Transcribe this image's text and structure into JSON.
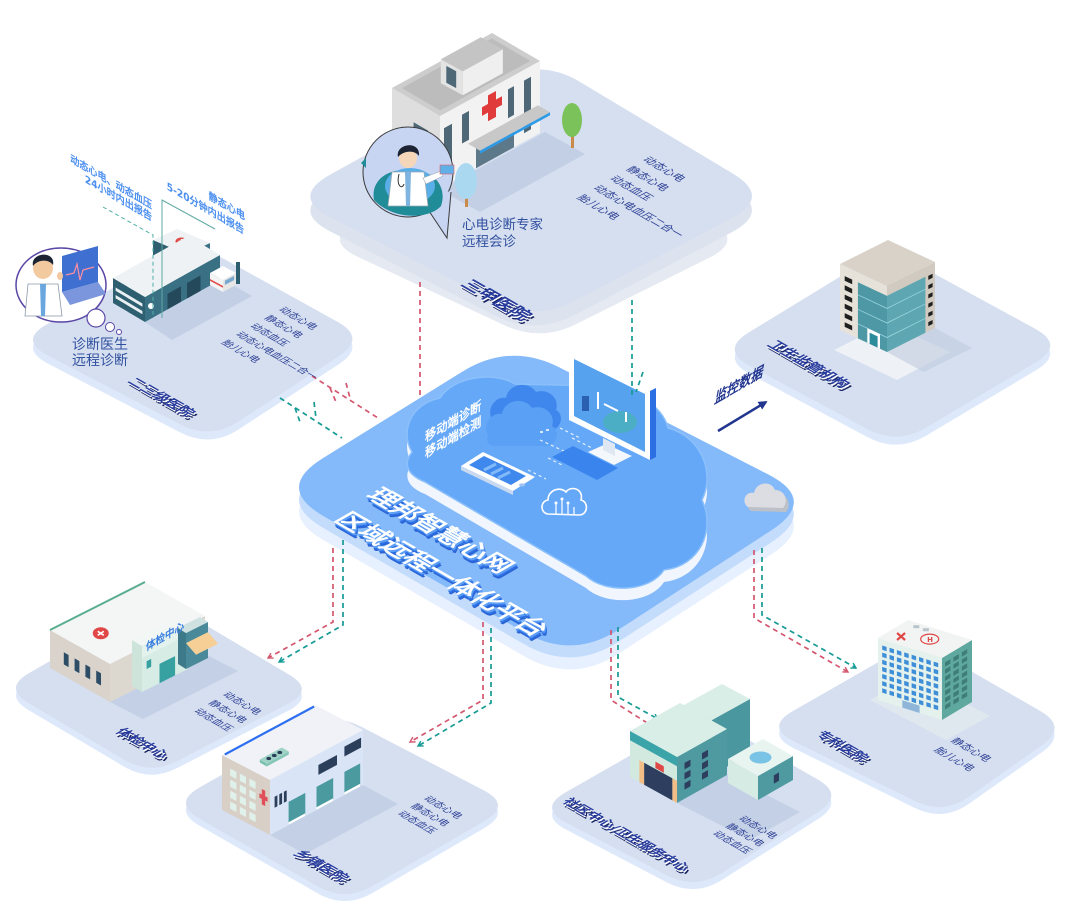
{
  "platform": {
    "title_line1": "理邦智慧心网",
    "title_line2": "区域远程一体化平台",
    "mobile_labels": [
      "移动端诊断",
      "移动端检测"
    ]
  },
  "nodes": {
    "tertiary_hospital": {
      "title": "三甲医院",
      "services": [
        "动态心电",
        "静态心电",
        "动态血压",
        "动态心电血压二合一",
        "胎儿心电"
      ],
      "caption": [
        "心电诊断专家",
        "远程会诊"
      ]
    },
    "secondary_hospital": {
      "title": "二三级医院",
      "services": [
        "动态心电",
        "静态心电",
        "动态血压",
        "动态心电血压二合一",
        "胎儿心电"
      ],
      "caption": [
        "诊断医生",
        "远程诊断"
      ],
      "report_notes": [
        {
          "lines": [
            "动态心电、动态血压",
            "24小时内出报告"
          ]
        },
        {
          "lines": [
            "静态心电",
            "5-20分钟内出报告"
          ]
        }
      ]
    },
    "health_supervision": {
      "title": "卫生监管机构",
      "flow_label": "监控数据"
    },
    "checkup_center": {
      "title": "体检中心",
      "building_sign": "体检中心",
      "services": [
        "动态心电",
        "静态心电",
        "动态血压"
      ]
    },
    "township_hospital": {
      "title": "乡镇医院",
      "services": [
        "动态心电",
        "静态心电",
        "动态血压"
      ]
    },
    "community_center": {
      "title": "社区中心/卫生服务中心",
      "services": [
        "动态心电",
        "静态心电",
        "动态血压"
      ]
    },
    "specialty_hospital": {
      "title": "专科医院",
      "services": [
        "静态心电",
        "胎儿心电"
      ],
      "helipad_letter": "H"
    }
  },
  "palette": {
    "tile_top": "#d5dff0",
    "tile_rim": "#dde9fb",
    "platform_top": "#84b9fa",
    "platform_rim": "#c4dcfc",
    "platform_base": "#e7f0fe",
    "navy": "#22358f",
    "link_red": "#d4566e",
    "link_teal": "#159a94",
    "callout_blue": "#4b8ff0"
  }
}
